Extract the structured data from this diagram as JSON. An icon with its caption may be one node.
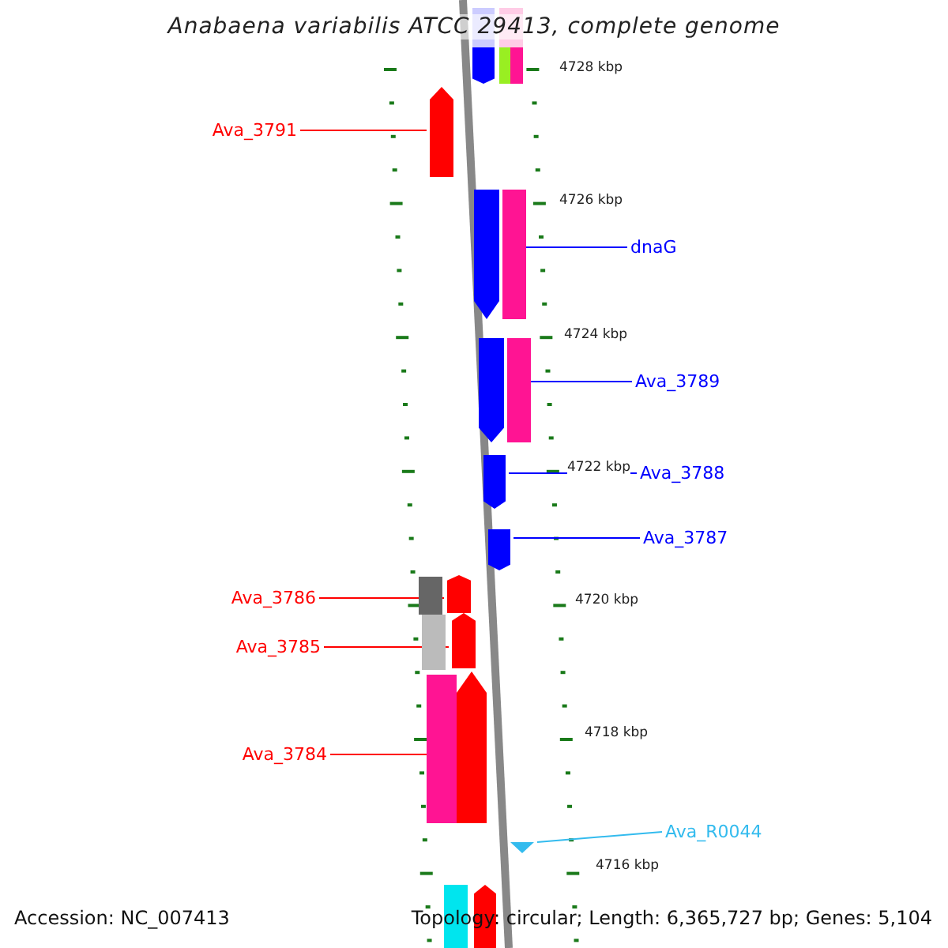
{
  "diagram": {
    "title": "Anabaena variabilis ATCC 29413, complete genome",
    "nodes": [
      {
        "text": [
          "Ava_3791"
        ]
      },
      {
        "text": [],
        "shape": "pentagon"
      },
      {
        "text": [
          "dnaG"
        ]
      },
      {
        "text": [],
        "shape": "pentagon"
      },
      {
        "text": [
          "Ava_3789"
        ]
      },
      {
        "text": [],
        "shape": "pentagon"
      },
      {
        "text": [
          "Ava_3788"
        ]
      },
      {
        "text": [],
        "shape": "pentagon"
      },
      {
        "text": [
          "Ava_3787"
        ]
      },
      {
        "text": [],
        "shape": "pentagon"
      },
      {
        "text": [
          "Ava_3786"
        ]
      },
      {
        "text": [],
        "shape": "pentagon"
      },
      {
        "text": [
          "Ava_3785"
        ]
      },
      {
        "text": [],
        "shape": "pentagon"
      },
      {
        "text": [
          "Ava_3784"
        ]
      },
      {
        "text": [],
        "shape": "pentagon"
      },
      {
        "text": [
          "Ava_R0044"
        ]
      },
      {
        "text": [],
        "shape": "triangle"
      },
      {
        "text": [],
        "shape": "bar"
      },
      {
        "text": [],
        "shape": "pentagon"
      },
      {
        "text": [],
        "shape": "bar"
      },
      {
        "text": [],
        "shape": "bar"
      },
      {
        "text": [],
        "shape": "bar"
      },
      {
        "text": [],
        "shape": "bar"
      },
      {
        "text": [],
        "shape": "bar"
      },
      {
        "text": [],
        "shape": "bar"
      },
      {
        "text": [],
        "shape": "bar"
      },
      {
        "text": [],
        "shape": "bar"
      },
      {
        "text": [],
        "shape": "bar"
      },
      {
        "text": [],
        "shape": "pentagon"
      }
    ],
    "edges": [
      {
        "from": 0,
        "to": 1,
        "arrow": "none",
        "color": "#ff0000"
      },
      {
        "from": 2,
        "to": 3,
        "arrow": "none",
        "color": "#0000ff"
      },
      {
        "from": 4,
        "to": 5,
        "arrow": "none",
        "color": "#0000ff"
      },
      {
        "from": 6,
        "to": 7,
        "arrow": "none",
        "color": "#0000ff"
      },
      {
        "from": 8,
        "to": 9,
        "arrow": "none",
        "color": "#0000ff"
      },
      {
        "from": 10,
        "to": 11,
        "arrow": "none",
        "color": "#ff0000"
      },
      {
        "from": 12,
        "to": 13,
        "arrow": "none",
        "color": "#ff0000"
      },
      {
        "from": 14,
        "to": 15,
        "arrow": "none",
        "color": "#ff0000"
      },
      {
        "from": 16,
        "to": 17,
        "arrow": "none",
        "color": "#33bbee"
      }
    ],
    "labels": [
      "4728 kbp",
      "4726 kbp",
      "4724 kbp",
      "4722 kbp",
      "4720 kbp",
      "4718 kbp",
      "4716 kbp",
      "Accession: NC_007413",
      "Topology: circular; Length: 6,365,727 bp; Genes: 5,104"
    ]
  }
}
